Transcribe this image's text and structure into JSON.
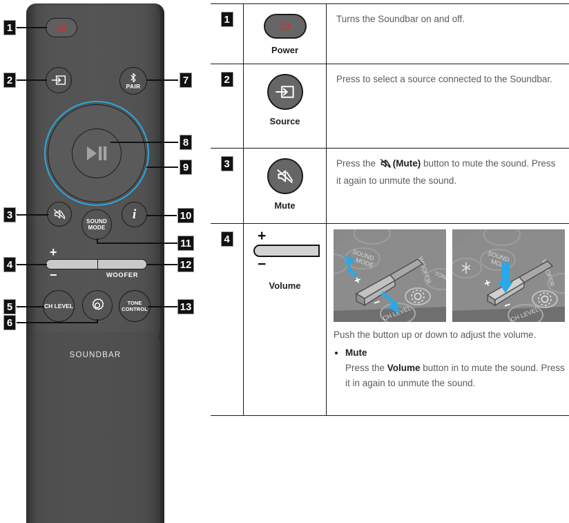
{
  "remote": {
    "brand_label": "SOUNDBAR",
    "woofer_label": "WOOFER",
    "volume_plus": "+",
    "volume_minus": "−",
    "buttons": {
      "power": "power-icon",
      "source": "source-icon",
      "pair": "bluetooth-pair-icon",
      "pair_label": "PAIR",
      "play_pause": "play-pause-icon",
      "mute": "mute-icon",
      "sound_mode_line1": "SOUND",
      "sound_mode_line2": "MODE",
      "info": "i",
      "ch_level": "CH LEVEL",
      "settings": "gear-icon",
      "tone_control_line1": "TONE",
      "tone_control_line2": "CONTROL"
    },
    "markers": [
      "1",
      "2",
      "3",
      "4",
      "5",
      "6",
      "7",
      "8",
      "9",
      "10",
      "11",
      "12",
      "13"
    ]
  },
  "table": {
    "rows": [
      {
        "num": "1",
        "button_caption": "Power",
        "button_icon": "power-icon",
        "description": "Turns the Soundbar on and off."
      },
      {
        "num": "2",
        "button_caption": "Source",
        "button_icon": "source-icon",
        "description": "Press to select a source connected to the Soundbar."
      },
      {
        "num": "3",
        "button_caption": "Mute",
        "button_icon": "mute-icon",
        "description_pre": "Press the ",
        "description_bold": "(Mute)",
        "description_post": " button to mute the sound. Press it again to unmute the sound."
      },
      {
        "num": "4",
        "button_caption": "Volume",
        "button_icon": "volume-rocker-icon",
        "image_1_alt": "remote-volume-push-up-down-illustration",
        "image_2_alt": "remote-volume-press-in-illustration",
        "description": "Push the button up or down to adjust the volume.",
        "bullet_title": "Mute",
        "bullet_pre": "Press the ",
        "bullet_bold": "Volume",
        "bullet_post": " button in to mute the sound. Press it in again to unmute the sound."
      }
    ]
  },
  "colors": {
    "accent_blue": "#29a8e0",
    "power_red": "#e8262b",
    "remote_body": "#4d4d4d",
    "button_face": "#666666",
    "rule": "#1a1a1a",
    "body_text": "#5b5b5b",
    "bold_text": "#1f1f1f"
  }
}
